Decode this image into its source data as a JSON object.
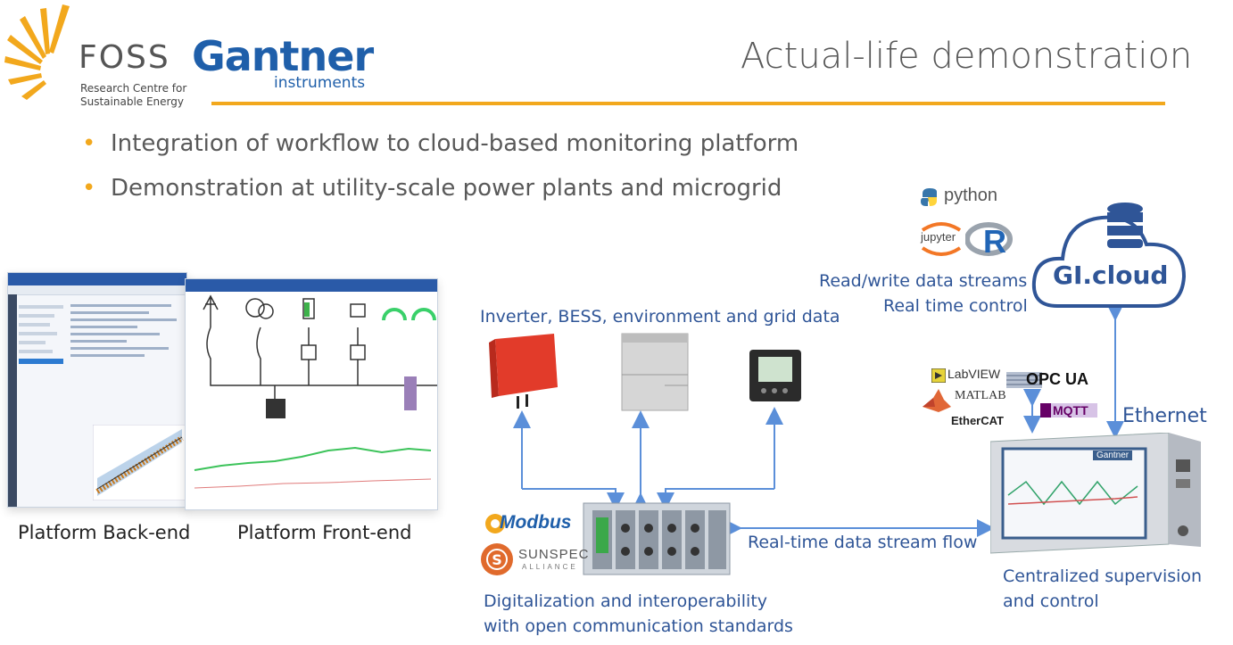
{
  "header": {
    "foss_name": "FOSS",
    "foss_sub1": "Research Centre for",
    "foss_sub2": "Sustainable Energy",
    "gantner_name": "Gantner",
    "gantner_sub": "instruments",
    "title": "Actual-life demonstration"
  },
  "bullets": [
    "Integration of workflow to cloud-based monitoring platform",
    "Demonstration at utility-scale power plants and microgrid"
  ],
  "platform": {
    "backend_label": "Platform Back-end",
    "frontend_label": "Platform Front-end"
  },
  "devices": {
    "label": "Inverter, BESS, environment and grid data"
  },
  "protocols": {
    "modbus": "Modbus",
    "sunspec": "SUNSPEC",
    "sunspec_sub": "ALLIANCE",
    "label_line1": "Digitalization and interoperability",
    "label_line2": "with open communication standards"
  },
  "flow": {
    "label": "Real-time data stream flow"
  },
  "supervision": {
    "line1": "Centralized supervision",
    "line2": "and control",
    "ethernet": "Ethernet",
    "screen_brand": "Gantner"
  },
  "cloud": {
    "name": "GI.cloud",
    "rw_line1": "Read/write data streams",
    "rw_line2": "Real time control"
  },
  "software": {
    "python": "python",
    "jupyter": "jupyter",
    "r": "R",
    "labview": "LabVIEW",
    "opcua": "OPC UA",
    "matlab": "MATLAB",
    "ethercat": "EtherCAT",
    "mqtt": "MQTT"
  },
  "colors": {
    "accent_orange": "#F2A81D",
    "label_blue": "#2F5597",
    "arrow_blue": "#5B8FD9",
    "gantner_blue": "#1F5FAA"
  }
}
